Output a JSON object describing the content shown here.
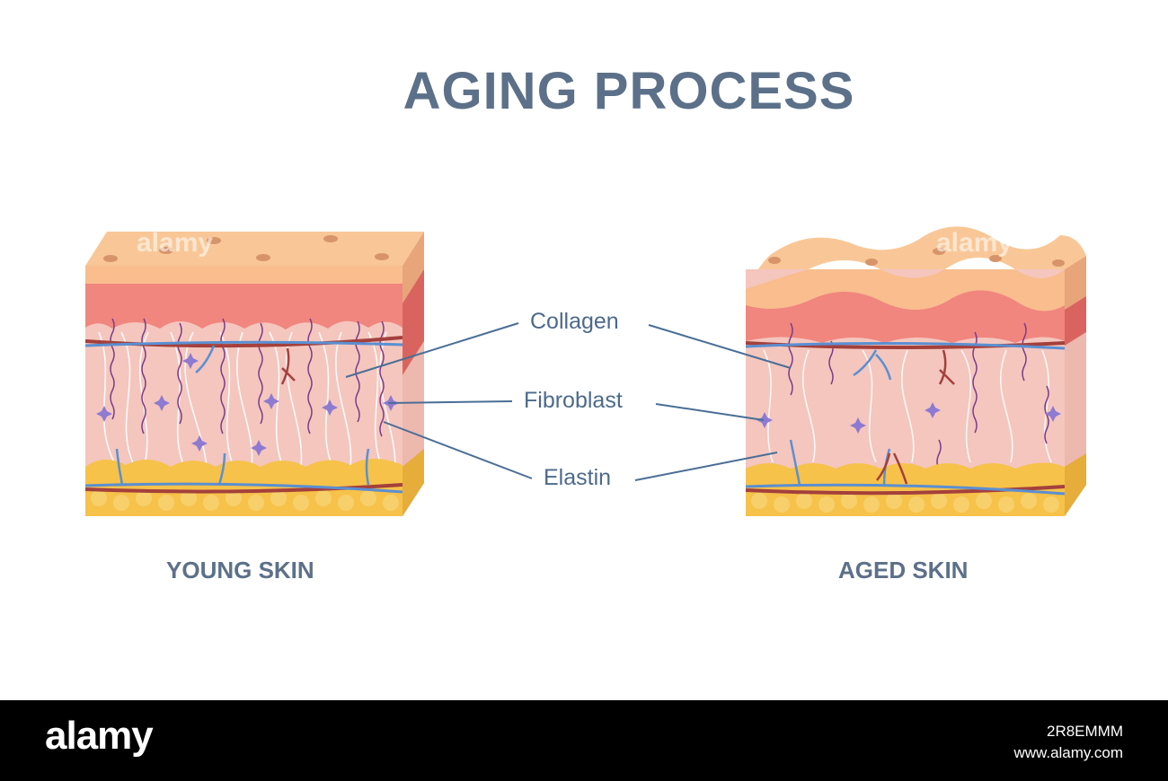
{
  "title": "AGING PROCESS",
  "labels": {
    "collagen": "Collagen",
    "fibroblast": "Fibroblast",
    "elastin": "Elastin"
  },
  "captions": {
    "young": "YOUNG SKIN",
    "aged": "AGED SKIN"
  },
  "watermark": "alamy",
  "footer": {
    "brand": "alamy",
    "image_id": "2R8EMMM",
    "url": "www.alamy.com"
  },
  "colors": {
    "title": "#5c7089",
    "label": "#4d6a8c",
    "leader_line": "#4a6e96",
    "epidermis_top": "#f9c797",
    "epidermis_band": "#f7ae8f",
    "dermis_upper": "#f1867e",
    "dermis": "#f4c6be",
    "fat": "#f6c24a",
    "vessel_red": "#a4403c",
    "vessel_blue": "#5b8fd1",
    "elastin": "#7b3c8a",
    "fibroblast": "#8e7ad1",
    "footer_bg": "#000000"
  }
}
